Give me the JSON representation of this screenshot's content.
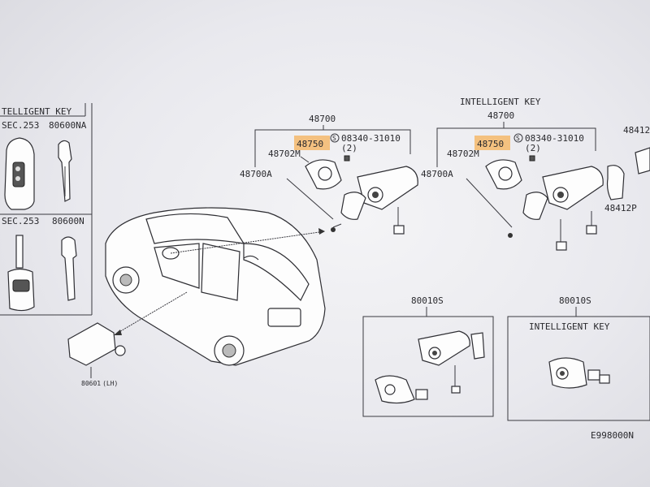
{
  "diagram": {
    "left_panel": {
      "top_title": "TELLIGENT KEY",
      "top_ref": "SEC.253",
      "top_part": "80600NA",
      "bottom_ref": "SEC.253",
      "bottom_part": "80600N"
    },
    "car_part": "80601",
    "car_part_side": "(LH)",
    "group1": {
      "main": "48700",
      "highlight": "48750",
      "bolt": "08340-31010",
      "bolt_qty": "(2)",
      "sub1": "48702M",
      "sub2": "48700A"
    },
    "group2": {
      "title": "INTELLIGENT KEY",
      "main": "48700",
      "highlight": "48750",
      "bolt": "08340-31010",
      "bolt_qty": "(2)",
      "sub1": "48702M",
      "sub2": "48700A",
      "right1": "48412",
      "right2": "48412P"
    },
    "box1": {
      "label": "80010S"
    },
    "box2": {
      "label": "80010S",
      "title": "INTELLIGENT KEY"
    },
    "footer": "E998000N"
  }
}
